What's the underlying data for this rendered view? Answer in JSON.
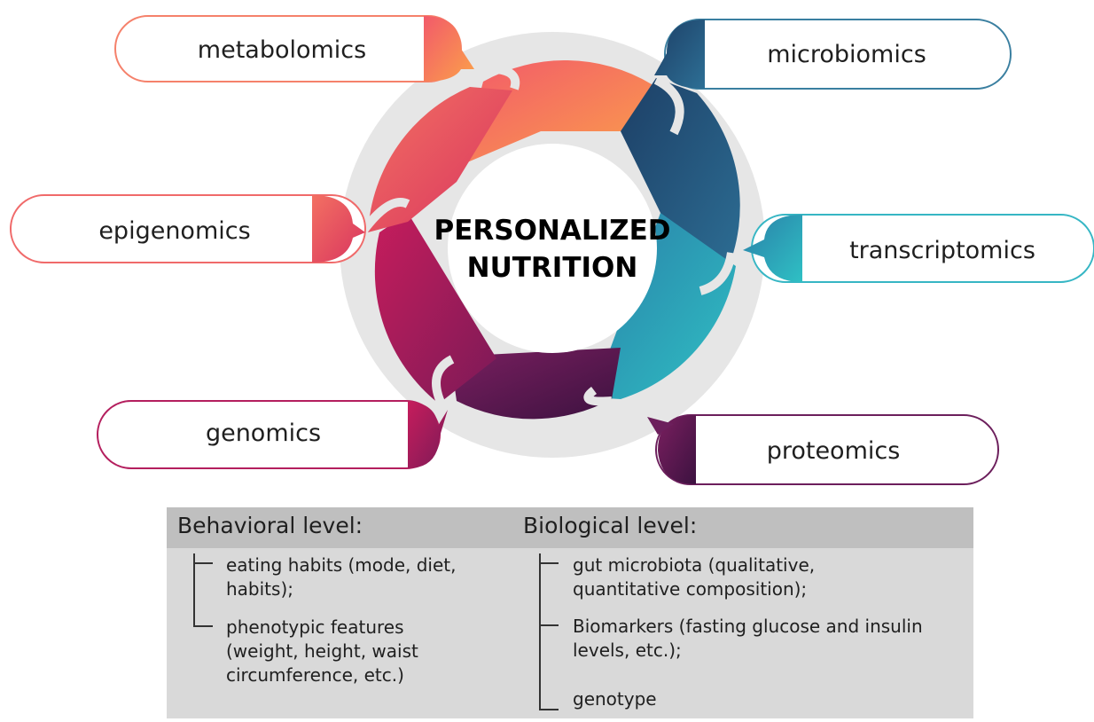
{
  "center": {
    "line1": "PERSONALIZED",
    "line2": "NUTRITION"
  },
  "omics": [
    {
      "label": "metabolomics"
    },
    {
      "label": "microbiomics"
    },
    {
      "label": "epigenomics"
    },
    {
      "label": "transcriptomics"
    },
    {
      "label": "genomics"
    },
    {
      "label": "proteomics"
    }
  ],
  "colors": {
    "metabolomics": "#f86a5e",
    "microbiomics": "#1f4f74",
    "epigenomics": "#d2305e",
    "transcriptomics": "#2fb4c2",
    "genomics": "#b0185a",
    "proteomics": "#5d1a52"
  },
  "levels": {
    "behavioral": {
      "title": "Behavioral level:",
      "items": [
        [
          "eating habits (mode, diet,",
          "habits);"
        ],
        [
          "phenotypic features",
          "(weight, height, waist",
          "circumference, etc.)"
        ]
      ]
    },
    "biological": {
      "title": "Biological level:",
      "items": [
        [
          "gut microbiota (qualitative,",
          "quantitative composition);"
        ],
        [
          "Biomarkers (fasting glucose and insulin",
          "levels, etc.);"
        ],
        [
          "genotype"
        ]
      ]
    }
  }
}
